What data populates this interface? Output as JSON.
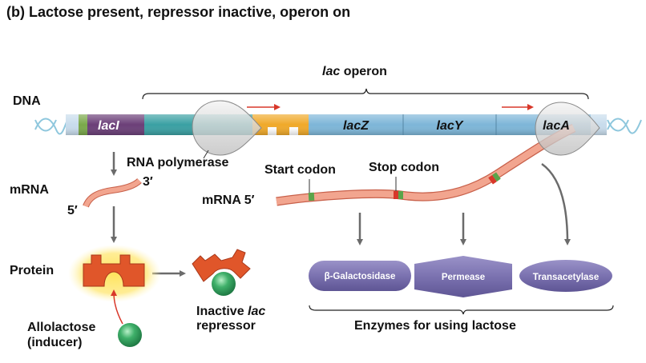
{
  "title": "(b) Lactose present, repressor inactive, operon on",
  "labels": {
    "dna": "DNA",
    "operon_prefix": "lac",
    "operon_suffix": " operon",
    "rna_polymerase": "RNA polymerase",
    "mrna_left": "mRNA",
    "five_prime_left": "5′",
    "three_prime": "3′",
    "mrna_right": "mRNA 5′",
    "start_codon": "Start codon",
    "stop_codon": "Stop codon",
    "protein": "Protein",
    "inactive_prefix": "Inactive ",
    "inactive_italic": "lac",
    "inactive_line2": "repressor",
    "allolactose": "Allolactose",
    "inducer": "(inducer)",
    "enzymes_caption": "Enzymes for using lactose"
  },
  "genes": {
    "lacI": "lacI",
    "lacZ": "lacZ",
    "lacY": "lacY",
    "lacA": "lacA"
  },
  "enzymes": [
    {
      "name": "β-Galactosidase",
      "shape": "capsule"
    },
    {
      "name": "Permease",
      "shape": "hexagon"
    },
    {
      "name": "Transacetylase",
      "shape": "ellipse"
    }
  ],
  "colors": {
    "lacI": "#6b3f78",
    "regulatory_teal": "#3aa0a3",
    "operator": "#f0a92a",
    "structural_genes": "#7db6d8",
    "mrna": "#f2a58f",
    "start_codon": "#5aa44a",
    "stop_codon": "#d8382a",
    "repressor": "#e0562a",
    "inducer": "#3fb06a",
    "enzyme": "#7b72b0",
    "arrow": "#6b6b6b",
    "red_arrow": "#d8382a"
  }
}
